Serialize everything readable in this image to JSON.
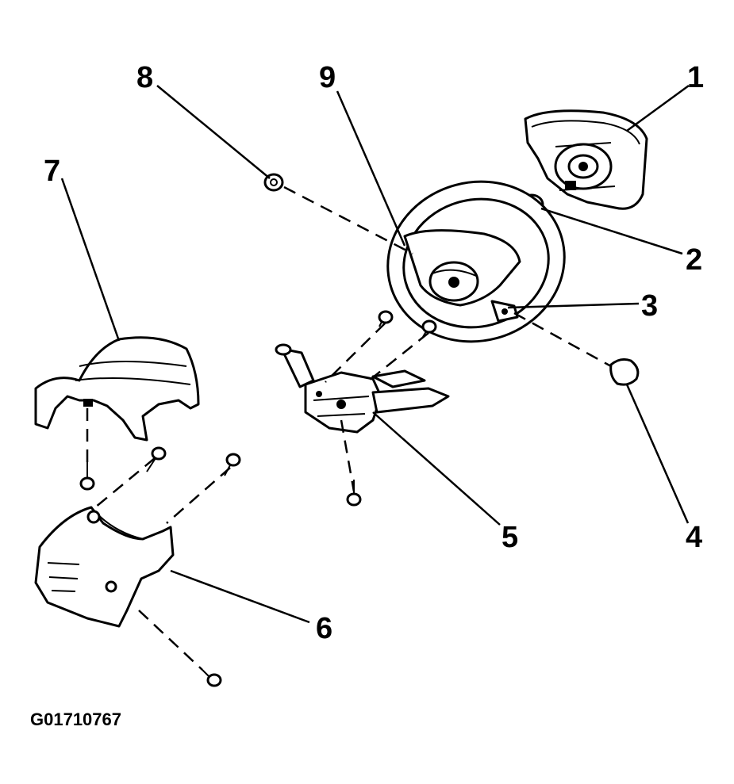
{
  "diagram": {
    "figure_code": "G01710767",
    "callouts": {
      "c1": "1",
      "c2": "2",
      "c3": "3",
      "c4": "4",
      "c5": "5",
      "c6": "6",
      "c7": "7",
      "c8": "8",
      "c9": "9"
    }
  }
}
